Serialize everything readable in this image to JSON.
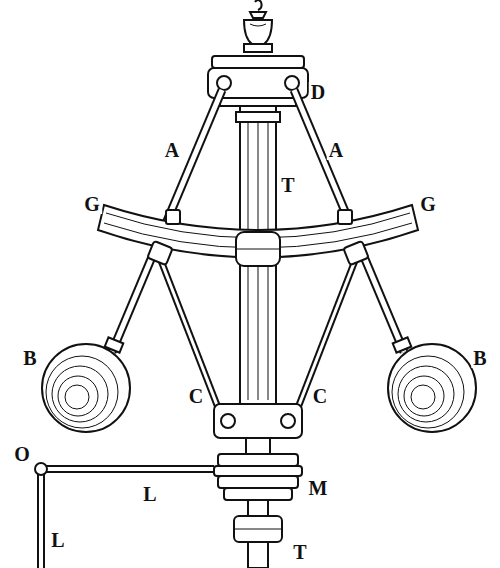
{
  "diagram": {
    "labels": [
      "D",
      "A",
      "A",
      "T",
      "G",
      "G",
      "B",
      "B",
      "C",
      "C",
      "O",
      "L",
      "M",
      "L",
      "T"
    ]
  }
}
